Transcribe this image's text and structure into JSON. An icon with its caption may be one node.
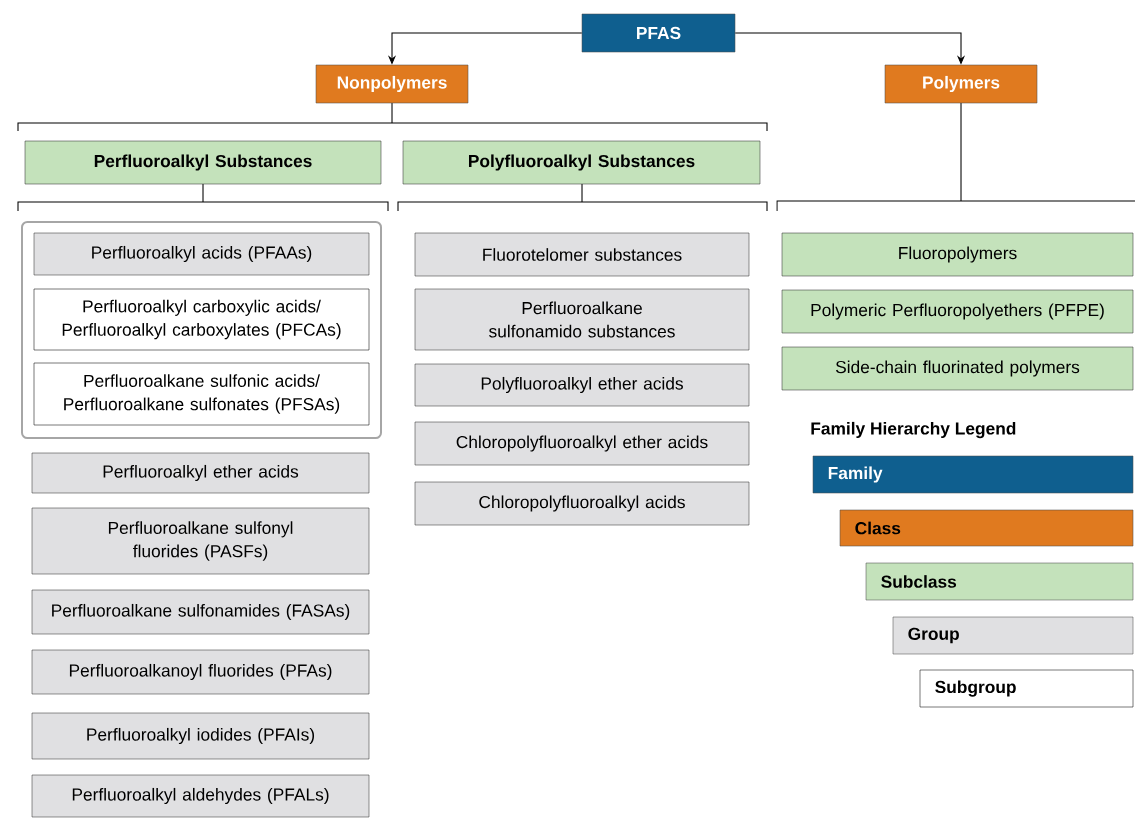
{
  "diagram": {
    "nodes": [
      {
        "text": [
          "PFAS"
        ]
      },
      {
        "text": [
          "Nonpolymers"
        ]
      },
      {
        "text": [
          "Polymers"
        ]
      },
      {
        "text": [
          "Perfluoroalkyl Substances"
        ]
      },
      {
        "text": [
          "Polyfluoroalkyl Substances"
        ]
      },
      {
        "text": [],
        "shape": "box"
      },
      {
        "text": [
          "Perfluoroalkyl acids (PFAAs)"
        ],
        "in": 5
      },
      {
        "text": [
          "Perfluoroalkyl carboxylic acids/ Perfluoroalkyl carboxylates (PFCAs)"
        ],
        "in": 5
      },
      {
        "text": [
          "Perfluoroalkane sulfonic acids/ Perfluoroalkane sulfonates (PFSAs)"
        ],
        "in": 5
      },
      {
        "text": [
          "Perfluoroalkyl ether acids"
        ]
      },
      {
        "text": [
          "Perfluoroalkane sulfonyl fluorides (PASFs)"
        ]
      },
      {
        "text": [
          "Perfluoroalkane sulfonamides (FASAs)"
        ]
      },
      {
        "text": [
          "Perfluoroalkanoyl fluorides (PFAs)"
        ]
      },
      {
        "text": [
          "Perfluoroalkyl iodides (PFAIs)"
        ]
      },
      {
        "text": [
          "Perfluoroalkyl aldehydes (PFALs)"
        ]
      },
      {
        "text": [
          "Fluorotelomer substances"
        ]
      },
      {
        "text": [
          "Perfluoroalkane sulfonamido substances"
        ]
      },
      {
        "text": [
          "Polyfluoroalkyl ether acids"
        ]
      },
      {
        "text": [
          "Chloropolyfluoroalkyl ether acids"
        ]
      },
      {
        "text": [
          "Chloropolyfluoroalkyl acids"
        ]
      },
      {
        "text": [
          "Fluoropolymers"
        ]
      },
      {
        "text": [
          "Polymeric Perfluoropolyethers (PFPE)"
        ]
      },
      {
        "text": [
          "Side-chain fluorinated polymers"
        ]
      }
    ],
    "edges": [
      {
        "from": 0,
        "to": 1,
        "arrow": "to"
      },
      {
        "from": 0,
        "to": 2,
        "arrow": "to"
      }
    ],
    "labels": [
      "Family Hierarchy Legend"
    ],
    "legend": [
      {
        "text": "Family",
        "color": "#0f5f8f"
      },
      {
        "text": "Class",
        "color": "#e07a1f"
      },
      {
        "text": "Subclass",
        "color": "#c4e2bb"
      },
      {
        "text": "Group",
        "color": "#e0e0e2"
      },
      {
        "text": "Subgroup"
      }
    ]
  }
}
